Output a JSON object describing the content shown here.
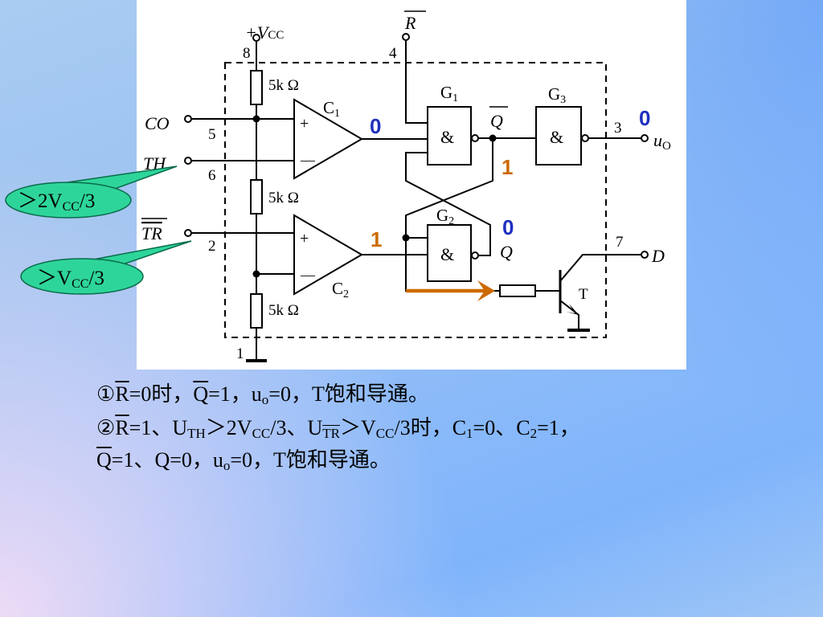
{
  "colors": {
    "wire": "#000000",
    "state_blue": "#1f2fbf",
    "state_orange": "#cc6a00",
    "callout_fill": "#2ed59a",
    "panel": "#ffffff"
  },
  "circuit": {
    "vcc_plus": "+",
    "vcc_sym": "V",
    "vcc_sub": "CC",
    "r_bar": "R",
    "pins": {
      "p8": "8",
      "p4": "4",
      "p5": "5",
      "p6": "6",
      "p2": "2",
      "p3": "3",
      "p7": "7",
      "p1": "1"
    },
    "resistors": [
      "5k Ω",
      "5k Ω",
      "5k Ω"
    ],
    "comp_plus": "+",
    "comp_minus": "—",
    "comparators": [
      {
        "name": "C",
        "sub": "1"
      },
      {
        "name": "C",
        "sub": "2"
      }
    ],
    "gates": [
      {
        "name": "G",
        "sub": "1",
        "symbol": "&"
      },
      {
        "name": "G",
        "sub": "2",
        "symbol": "&"
      },
      {
        "name": "G",
        "sub": "3",
        "symbol": "&"
      }
    ],
    "inputs": {
      "co": "CO",
      "th": "TH",
      "tr": "TR"
    },
    "q_bar": "Q",
    "q": "Q",
    "output_sym": "u",
    "output_sub": "O",
    "discharge": "D",
    "transistor": "T",
    "states": {
      "c1_out": "0",
      "c2_out": "1",
      "qbar": "1",
      "q": "0",
      "uo": "0"
    },
    "callouts": [
      {
        "prefix": "＞2V",
        "sub": "CC",
        "suffix": "/3"
      },
      {
        "prefix": "＞V",
        "sub": "CC",
        "suffix": "/3"
      }
    ]
  },
  "caption": {
    "line1": {
      "n1": "①",
      "rbar": "R",
      "t1": "=0时，",
      "qbar": "Q",
      "t2": "=1，u",
      "sub_o": "o",
      "t3": "=0，T饱和导通。"
    },
    "line2": {
      "n2": "②",
      "rbar": "R",
      "t1": "=1、U",
      "sub_th": "TH",
      "t2": "＞2V",
      "sub_cc1": "CC",
      "t3": "/3、U",
      "sub_tr": "TR",
      "t4": "＞V",
      "sub_cc2": "CC",
      "t5": "/3时，C",
      "sub_1": "1",
      "t6": "=0、C",
      "sub_2": "2",
      "t7": "=1，"
    },
    "line3": {
      "qbar": "Q",
      "t1": "=1、Q=0，u",
      "sub_o": "o",
      "t2": "=0，T饱和导通。"
    }
  }
}
